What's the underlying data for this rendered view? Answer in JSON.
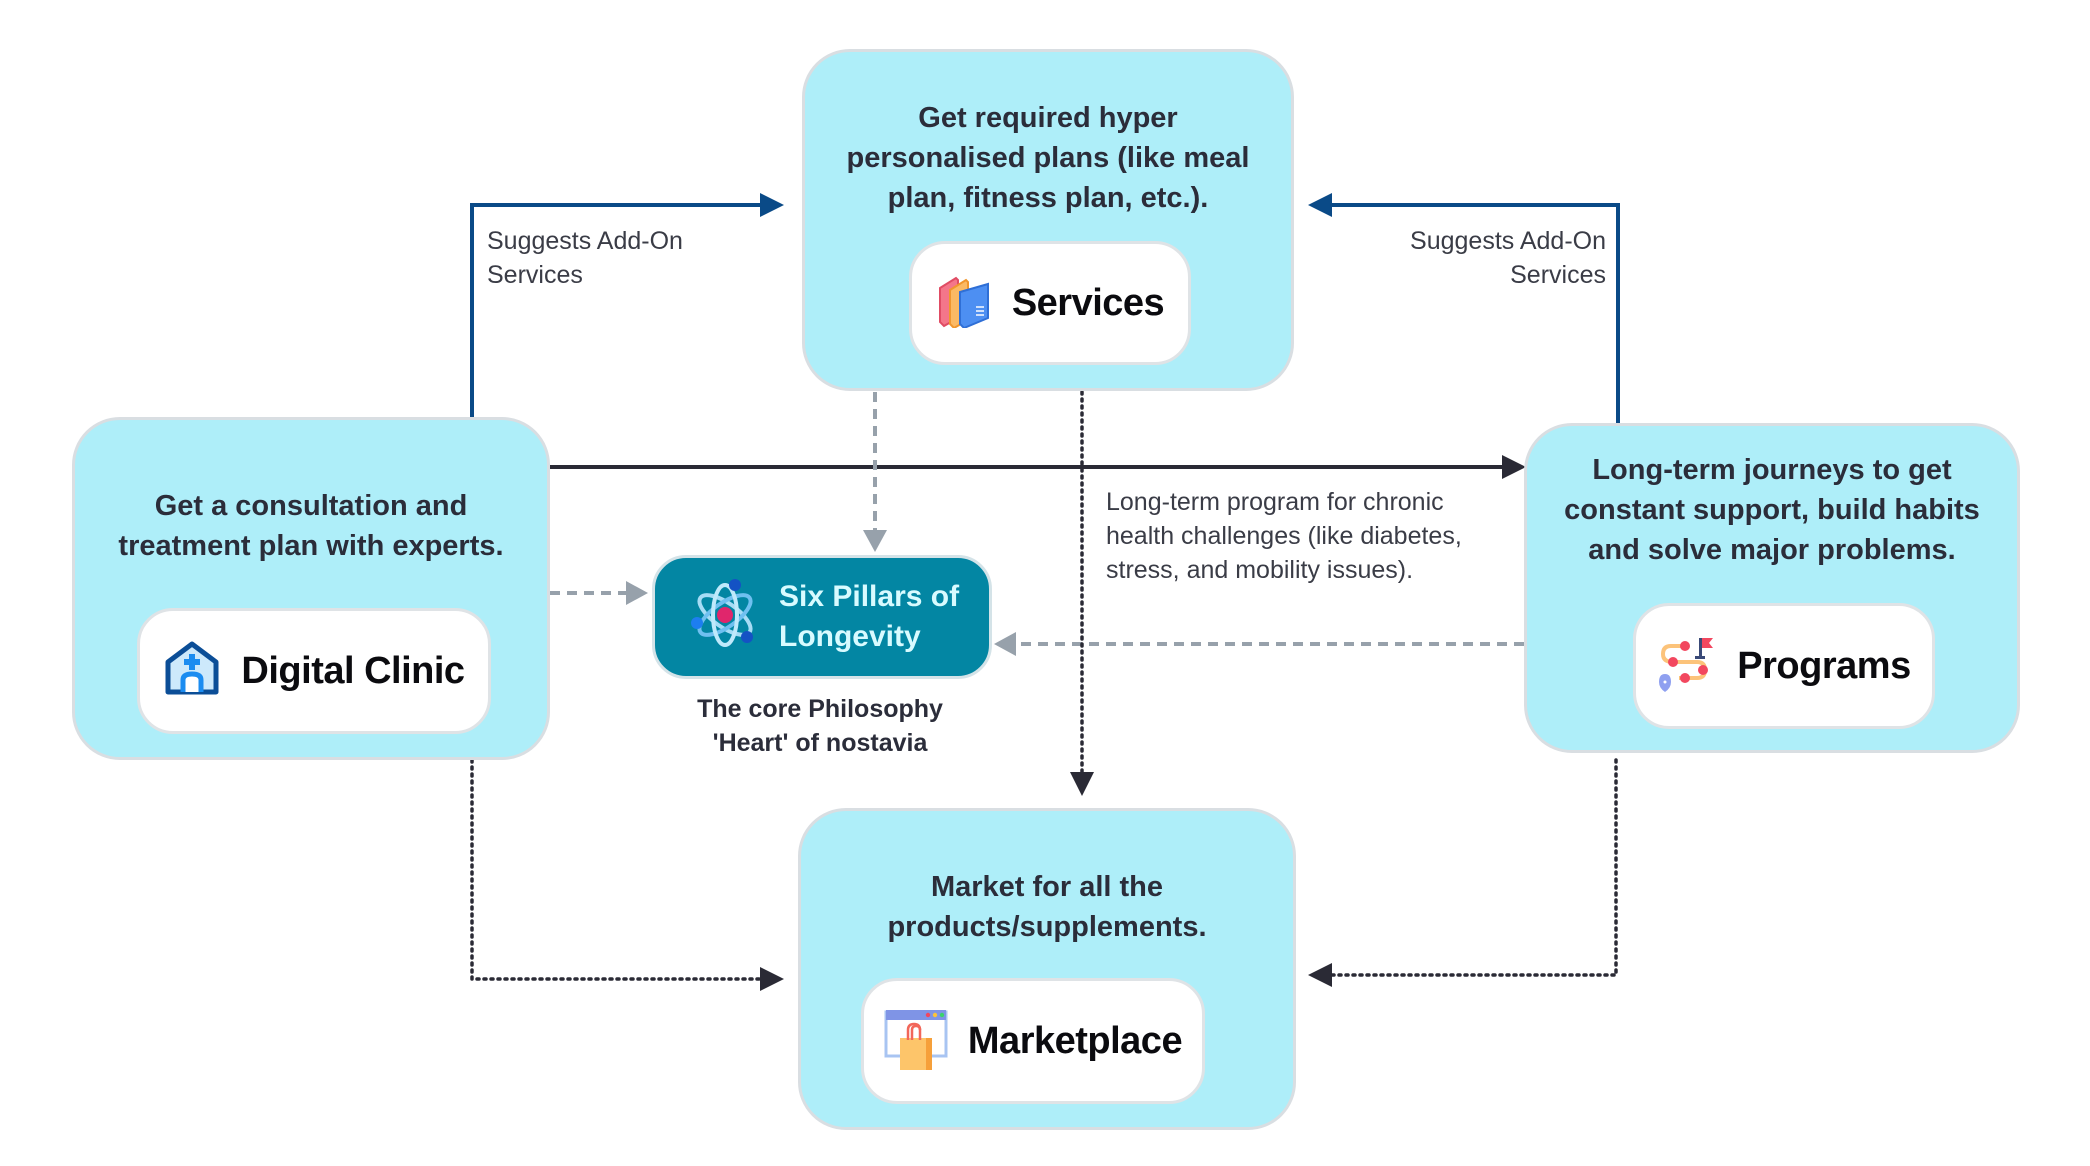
{
  "diagram": {
    "nodes": {
      "services": {
        "description": [
          "Get required hyper",
          "personalised plans (like meal",
          "plan, fitness plan, etc.)."
        ],
        "label": "Services",
        "icon": "folders-icon"
      },
      "digital_clinic": {
        "description": [
          "Get a consultation  and",
          "treatment plan with experts."
        ],
        "label": "Digital Clinic",
        "icon": "clinic-house-icon"
      },
      "programs": {
        "description": [
          "Long-term journeys to get",
          "constant support, build habits",
          "and solve major problems."
        ],
        "label": "Programs",
        "icon": "roadmap-flag-icon"
      },
      "marketplace": {
        "description": [
          "Market for all the",
          "products/supplements."
        ],
        "label": "Marketplace",
        "icon": "shopping-bag-browser-icon"
      },
      "core": {
        "label": [
          "Six Pillars of",
          "Longevity"
        ],
        "icon": "atom-icon",
        "caption": [
          "The core Philosophy",
          "'Heart' of nostavia"
        ]
      }
    },
    "edges": {
      "clinic_to_services_label": [
        "Suggests Add-On",
        "Services"
      ],
      "programs_to_services_label": [
        "Suggests Add-On",
        "Services"
      ],
      "clinic_to_programs_label": [
        "Long-term program for chronic",
        "health challenges (like diabetes,",
        "stress, and mobility issues)."
      ]
    },
    "colors": {
      "box_fill": "#aeeef9",
      "core_fill": "#0386a3",
      "blue_arrow": "#0a4a87",
      "dark_arrow": "#2a2a35",
      "gray_arrow": "#97a1ab"
    }
  }
}
